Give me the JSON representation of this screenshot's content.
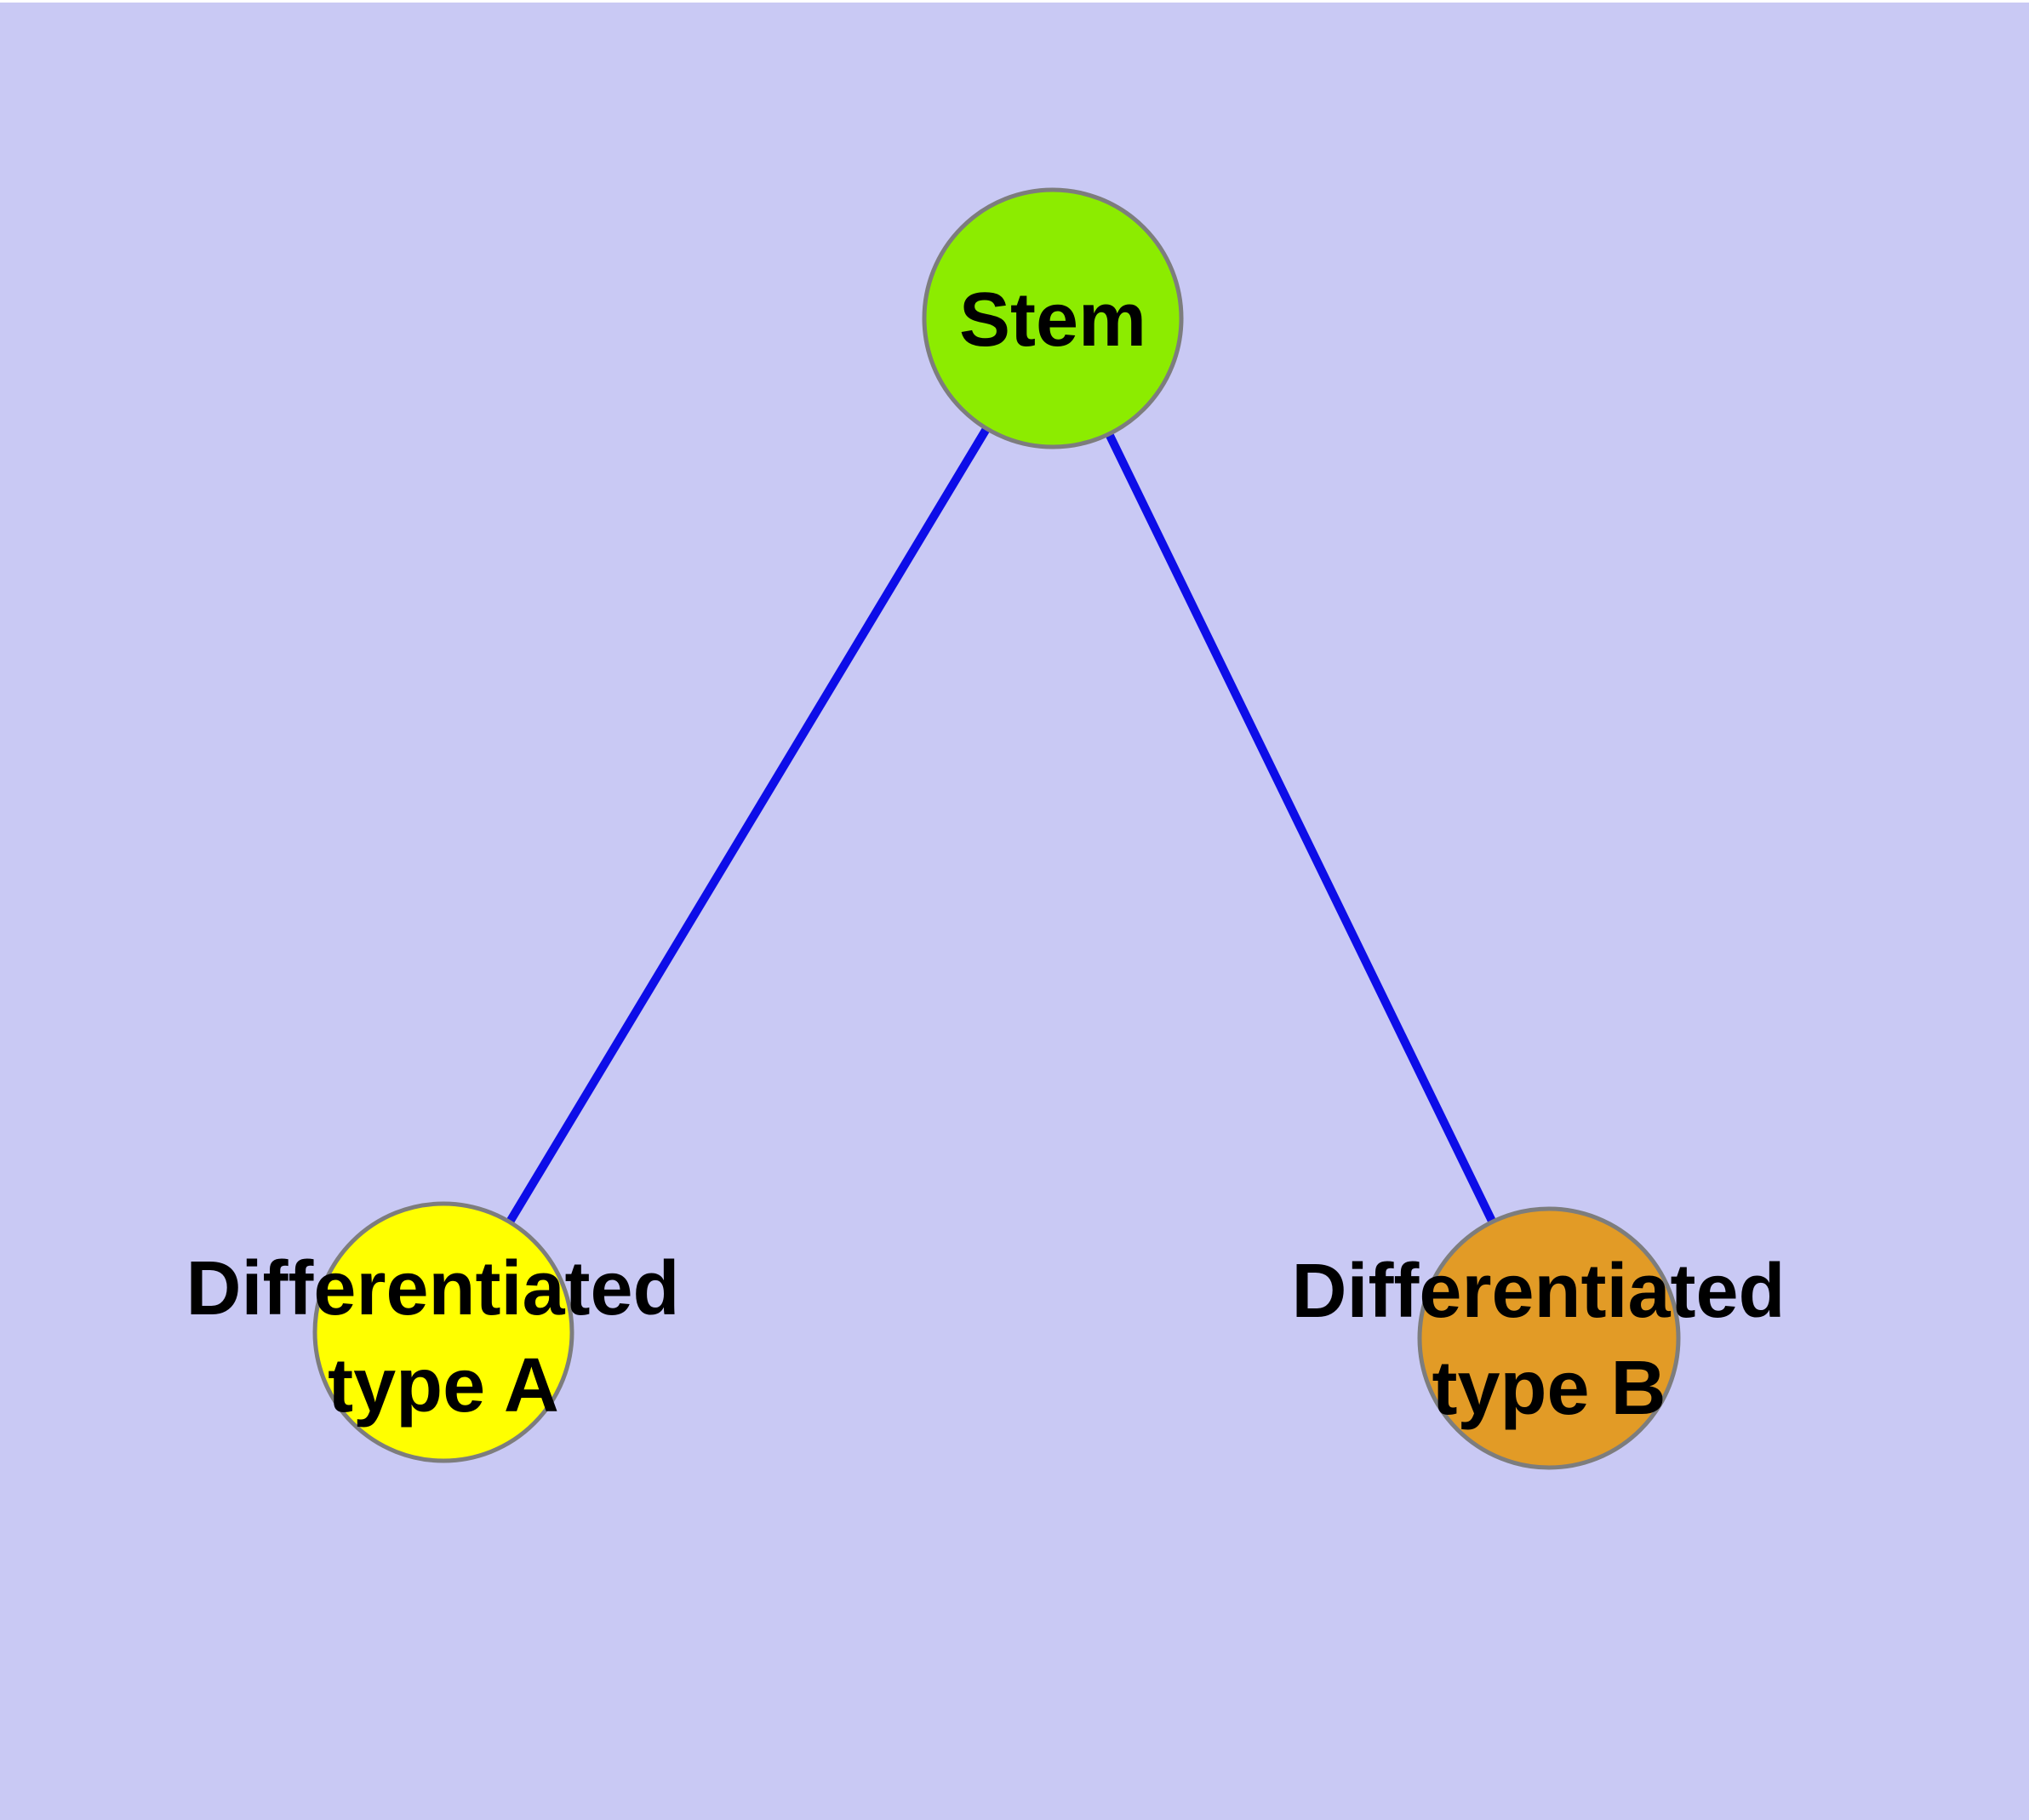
{
  "diagram": {
    "type": "graph",
    "description": "Cell differentiation graph: Stem node connected to two differentiated cell type nodes",
    "background": {
      "page": "#FFFFFF",
      "canvas": "#C9C9F4"
    },
    "styles": {
      "node_border_color": "#7D7D7D",
      "edge_color": "#0D0DE8",
      "label_color": "#000000"
    },
    "nodes": [
      {
        "id": "stem",
        "label": "Stem",
        "label_line1": "Stem",
        "label_line2": "",
        "fill": "#8CEC00"
      },
      {
        "id": "type-a",
        "label": "Differentiated type A",
        "label_line1": "Differentiated",
        "label_line2": "type A",
        "fill": "#FFFF00"
      },
      {
        "id": "type-b",
        "label": "Differentiated type B",
        "label_line1": "Differentiated",
        "label_line2": "type B",
        "fill": "#E29B26"
      }
    ],
    "edges": [
      {
        "from": "Stem",
        "to": "Differentiated type A"
      },
      {
        "from": "Stem",
        "to": "Differentiated type B"
      }
    ]
  }
}
